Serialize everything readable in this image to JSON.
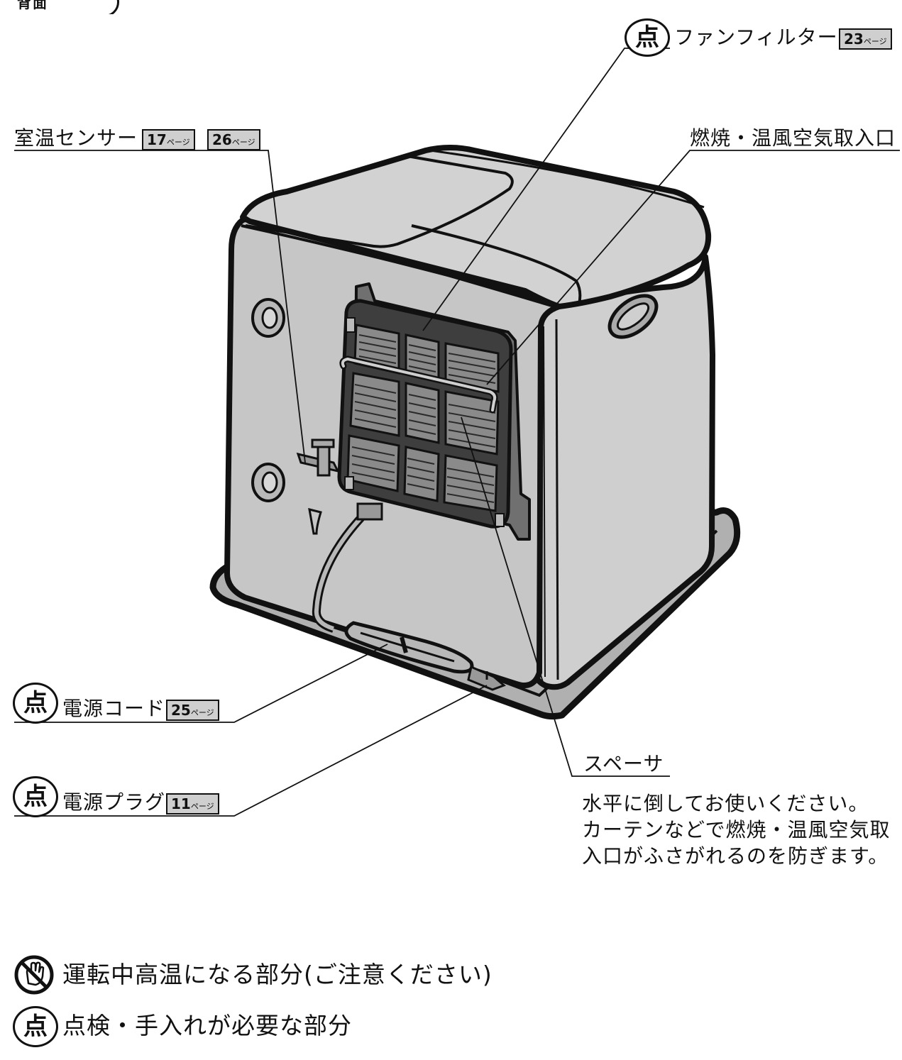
{
  "header_tab": {
    "text": "背面"
  },
  "callouts": {
    "fan_filter": {
      "text": "ファンフィルター",
      "pages": [
        {
          "num": "23",
          "suffix": "ページ"
        }
      ],
      "inspect_mark": "点"
    },
    "room_sensor": {
      "text": "室温センサー",
      "pages": [
        {
          "num": "17",
          "suffix": "ページ"
        },
        {
          "num": "26",
          "suffix": "ページ"
        }
      ]
    },
    "air_intake": {
      "text": "燃焼・温風空気取入口"
    },
    "power_cord": {
      "text": "電源コード",
      "pages": [
        {
          "num": "25",
          "suffix": "ページ"
        }
      ],
      "inspect_mark": "点"
    },
    "power_plug": {
      "text": "電源プラグ",
      "pages": [
        {
          "num": "11",
          "suffix": "ページ"
        }
      ],
      "inspect_mark": "点"
    },
    "spacer": {
      "text": "スペーサ",
      "description": [
        "水平に倒してお使いください。",
        "カーテンなどで燃焼・温風空気取",
        "入口がふさがれるのを防ぎます。"
      ]
    }
  },
  "legend": [
    {
      "icon": "no-touch-hand-icon",
      "text": "運転中高温になる部分(ご注意ください)"
    },
    {
      "icon": "inspect-mark-icon",
      "mark": "点",
      "text": "点検・手入れが必要な部分"
    }
  ]
}
